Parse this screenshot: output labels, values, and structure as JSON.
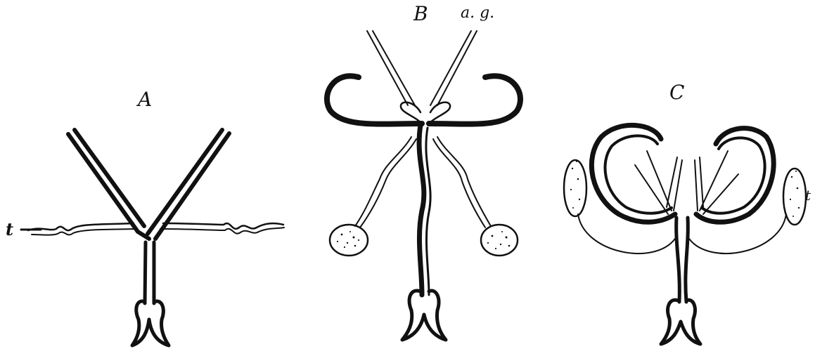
{
  "figure": {
    "labels": {
      "a": "A",
      "b": "B",
      "ag": "a. g.",
      "c": "C",
      "t_left": "t",
      "t_right": "t"
    },
    "colors": {
      "ink": "#111111",
      "paper": "#ffffff"
    }
  }
}
